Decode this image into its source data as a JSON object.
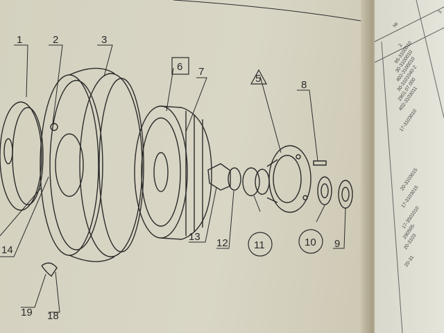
{
  "diagram": {
    "callouts": [
      "1",
      "2",
      "3",
      "6",
      "7",
      "5",
      "8",
      "13",
      "12",
      "11",
      "10",
      "9",
      "14",
      "19",
      "18"
    ],
    "boxed_callouts": [
      "6"
    ],
    "triangle_callouts": [
      "5"
    ],
    "circled_callouts": [
      "11",
      "10"
    ]
  },
  "table": {
    "header": [
      "№",
      "2",
      "3"
    ],
    "codes": [
      "95-3100010",
      "30-3100010",
      "402-3100010",
      "30-3101040-2",
      "2901.07.000",
      "402-3103011",
      "17-3103010",
      "20-3103015",
      "17-3103015",
      "17-3501010",
      "290505-",
      "20-3103",
      "20-31"
    ]
  },
  "colors": {
    "ink": "#2a2a2a",
    "paper": "#d8d5c4"
  }
}
